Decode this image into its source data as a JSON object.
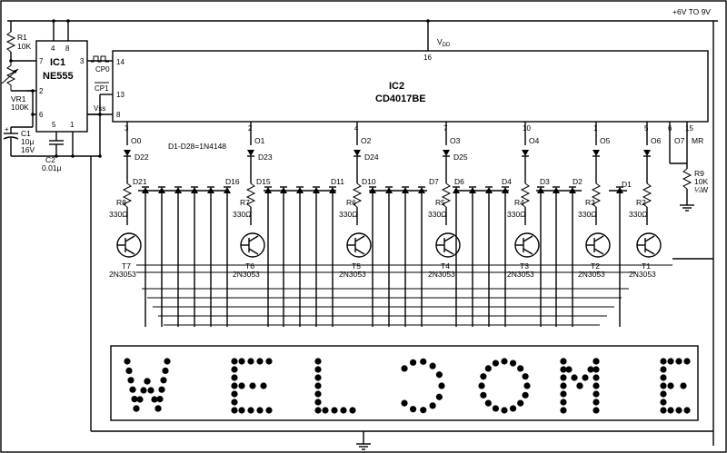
{
  "supply": "+6V TO 9V",
  "diode_note": "D1-D28=1N4148",
  "ic1": {
    "name": "IC1",
    "part": "NE555",
    "pins": {
      "p4": "4",
      "p8": "8",
      "p7": "7",
      "p3": "3",
      "p2": "2",
      "p6": "6",
      "p5": "5",
      "p1": "1"
    }
  },
  "ic2": {
    "name": "IC2",
    "part": "CD4017BE",
    "vdd": "V",
    "vdd_sub": "DD",
    "vdd_pin": "16",
    "cp0": "CP0",
    "cp0_pin": "14",
    "cp1": "CP1",
    "cp1_pin": "13",
    "vss": "Vss",
    "vss_pin": "8",
    "out_pins": [
      "3",
      "2",
      "4",
      "7",
      "10",
      "1",
      "5",
      "6",
      "15"
    ]
  },
  "outputs": [
    "O0",
    "O1",
    "O2",
    "O3",
    "O4",
    "O5",
    "O6",
    "O7",
    "MR"
  ],
  "components": {
    "r1": "R1",
    "r1v": "10K",
    "vr1": "VR1",
    "vr1v": "100K",
    "c1": "C1",
    "c1v1": "10μ",
    "c1v2": "16V",
    "c2": "C2",
    "c2v": "0.01μ",
    "r9": "R9",
    "r9v1": "10K",
    "r9v2": "¼W"
  },
  "top_diodes": [
    "D22",
    "D23",
    "D24",
    "D25"
  ],
  "row_diodes": [
    "D21",
    "D16",
    "D15",
    "D11",
    "D10",
    "D7",
    "D6",
    "D4",
    "D3",
    "D2",
    "D1"
  ],
  "resistors": [
    {
      "name": "R2",
      "value": "330Ω"
    },
    {
      "name": "R3",
      "value": "330Ω"
    },
    {
      "name": "R4",
      "value": "330Ω"
    },
    {
      "name": "R5",
      "value": "330Ω"
    },
    {
      "name": "R6",
      "value": "330Ω"
    },
    {
      "name": "R7",
      "value": "330Ω"
    },
    {
      "name": "R8",
      "value": "330Ω"
    }
  ],
  "transistors": [
    {
      "name": "T7",
      "part": "2N3053"
    },
    {
      "name": "T6",
      "part": "2N3053"
    },
    {
      "name": "T5",
      "part": "2N3053"
    },
    {
      "name": "T4",
      "part": "2N3053"
    },
    {
      "name": "T3",
      "part": "2N3053"
    },
    {
      "name": "T2",
      "part": "2N3053"
    },
    {
      "name": "T1",
      "part": "2N3053"
    }
  ],
  "display_word": "WELCOME"
}
